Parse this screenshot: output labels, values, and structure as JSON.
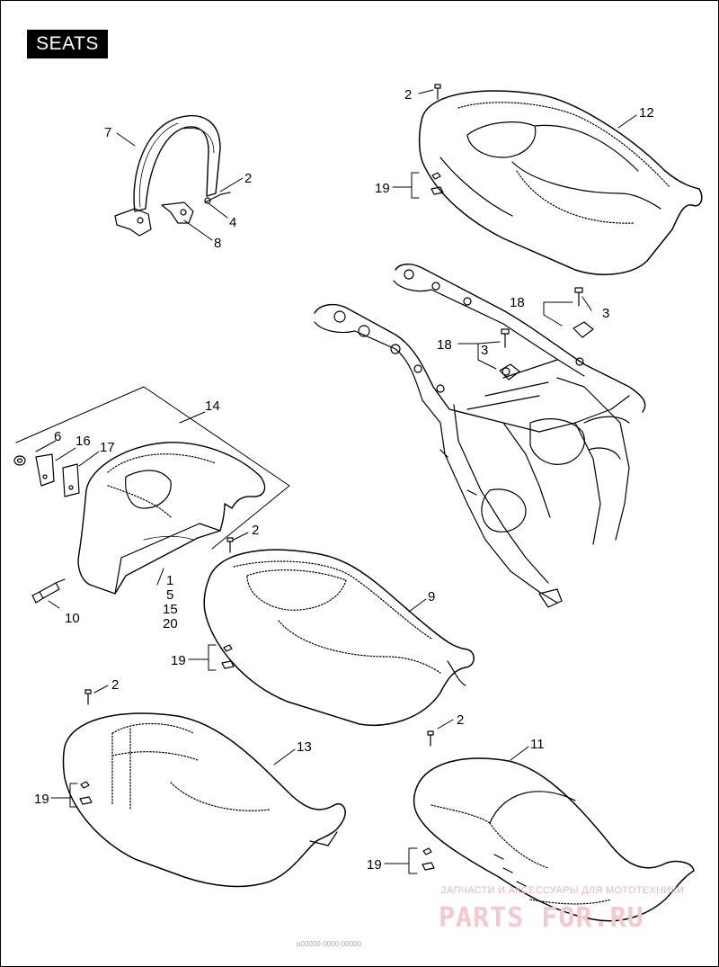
{
  "title": "SEATS",
  "callouts": {
    "c1": "1",
    "c2": "2",
    "c3": "3",
    "c4": "4",
    "c5": "5",
    "c6": "6",
    "c7": "7",
    "c8": "8",
    "c9": "9",
    "c10": "10",
    "c11": "11",
    "c12": "12",
    "c13": "13",
    "c14": "14",
    "c15": "15",
    "c16": "16",
    "c17": "17",
    "c18": "18",
    "c19": "19",
    "c20": "20"
  },
  "watermark": {
    "tagline": "ЗАПЧАСТИ И АКСЕССУАРЫ ДЛЯ МОТОТЕХНИКИ",
    "brand": "PARTS FOR.RU"
  },
  "footer_code": "p00000-0000-00000"
}
